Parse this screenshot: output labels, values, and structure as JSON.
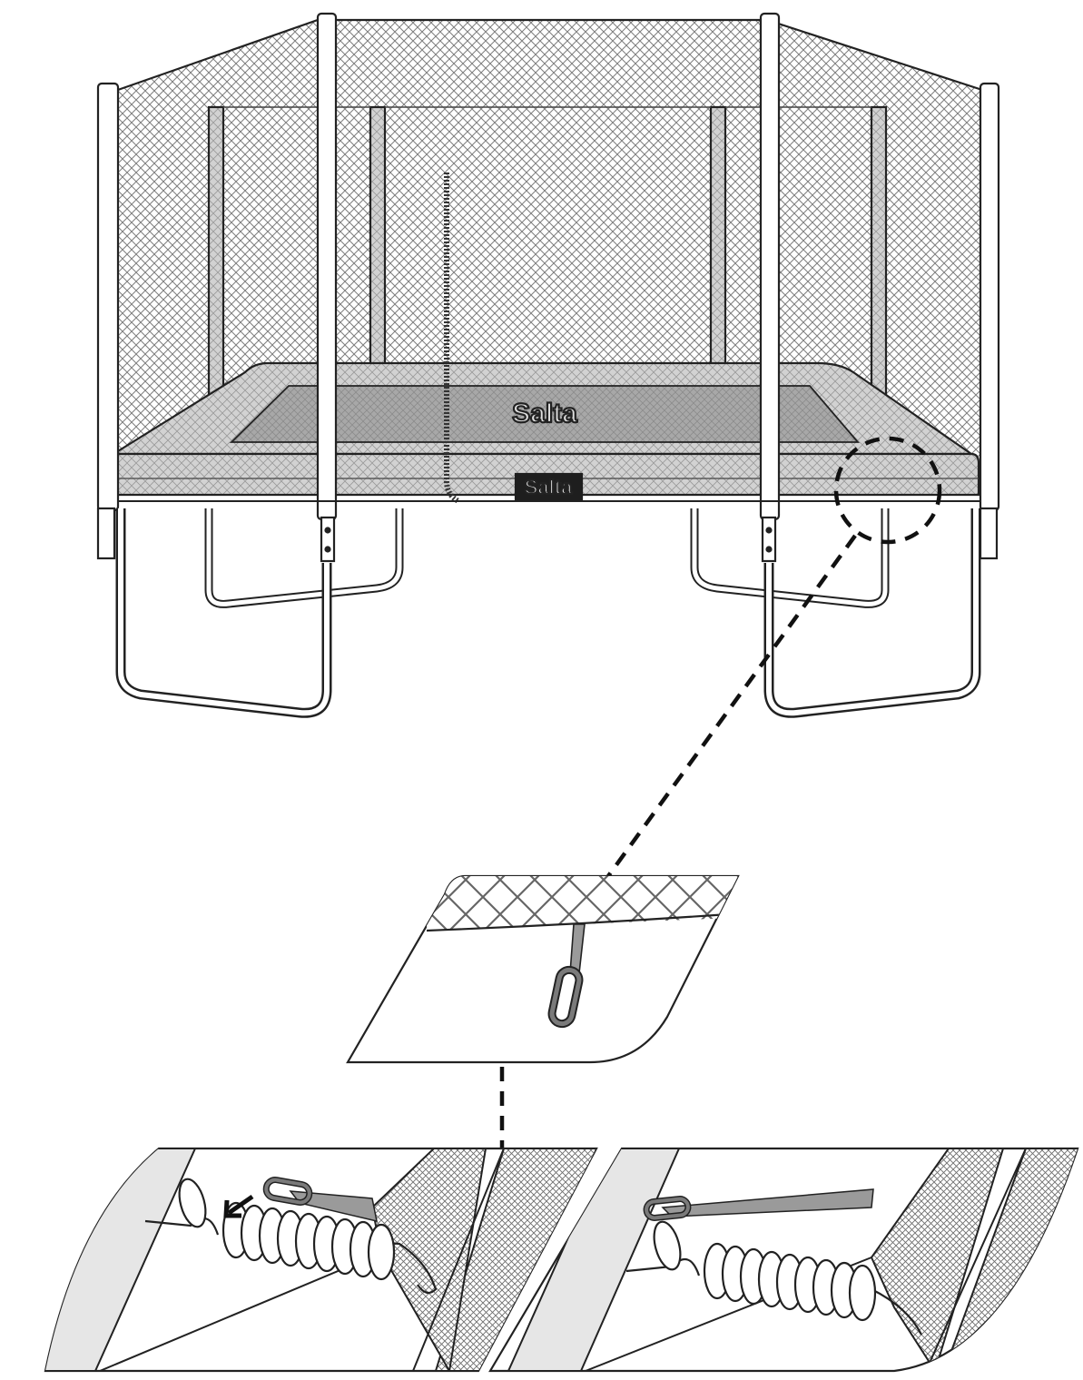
{
  "brand": {
    "label": "Salta",
    "pad_label": "Salta"
  },
  "colors": {
    "line": "#222222",
    "net": "#8a8a8a",
    "mat": "#9c9c9c",
    "pad": "#bdbdbd",
    "pad_fill": "#cfcfcf",
    "strap": "#9a9a9a",
    "carabiner": "#7a7a7a",
    "band": "#e6e6e6",
    "background": "#ffffff"
  },
  "icons": {
    "arrow": "arrow-down-left-icon",
    "callout": "dashed-callout-circle"
  }
}
